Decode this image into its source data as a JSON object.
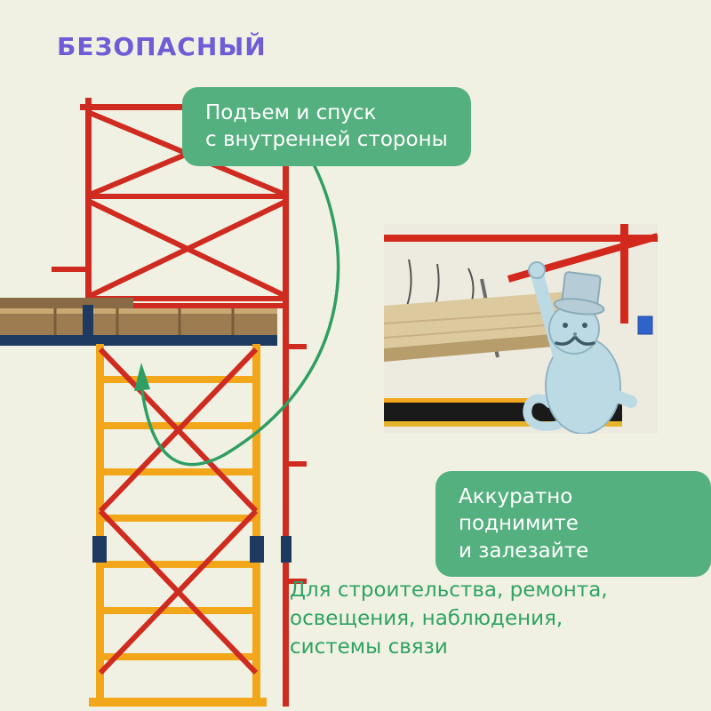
{
  "page": {
    "title": "БЕЗОПАСНЫЙ"
  },
  "callouts": {
    "climb": {
      "line1": "Подъем и спуск",
      "line2": "с внутренней стороны"
    },
    "lift": {
      "line1": "Аккуратно поднимите",
      "line2": "и залезайте"
    }
  },
  "caption": {
    "line1": "Для строительства, ремонта,",
    "line2": "освещения, наблюдения,",
    "line3": "системы связи"
  },
  "colors": {
    "background": "#f0f1e2",
    "title_purple": "#6f5cd6",
    "callout_green": "#55b07f",
    "caption_green": "#2fa364",
    "arrow_green": "#2f9e62",
    "scaffold_red": "#cf2b20",
    "scaffold_yellow": "#f2a71b",
    "scaffold_navy": "#1f3a60",
    "wood": "#9c7c50",
    "cat_blue": "#bcdae4"
  },
  "graphics": {
    "scaffold": "scaffold-tower-photo",
    "inset": "platform-closeup-with-cat",
    "arrow": "curved-arrow"
  }
}
